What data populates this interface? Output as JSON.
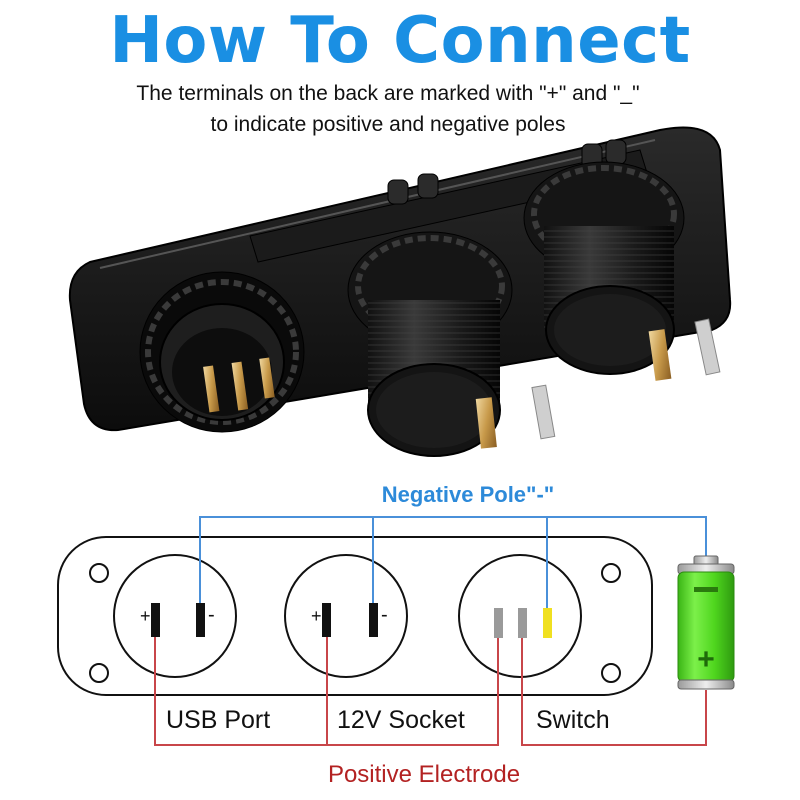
{
  "header": {
    "title": "How To Connect",
    "subtitle_line1": "The terminals on the back are marked with \"+\" and \"_\"",
    "subtitle_line2": "to indicate positive and negative poles"
  },
  "diagram": {
    "negative_label": "Negative Pole\"-\"",
    "positive_label": "Positive Electrode",
    "sockets": [
      {
        "label": "USB Port",
        "plus": "+",
        "minus": "-"
      },
      {
        "label": "12V Socket",
        "plus": "+",
        "minus": "-"
      },
      {
        "label": "Switch"
      }
    ],
    "battery_plus": "+"
  },
  "colors": {
    "title": "#1a8fe3",
    "negative_wire": "#4a90d9",
    "positive_wire": "#c8464a",
    "negative_label": "#2d8ad9",
    "positive_label": "#b32222",
    "battery": "#4fd61e",
    "switch_pin_yellow": "#f0e020",
    "switch_pin_gray": "#9a9a9a"
  }
}
